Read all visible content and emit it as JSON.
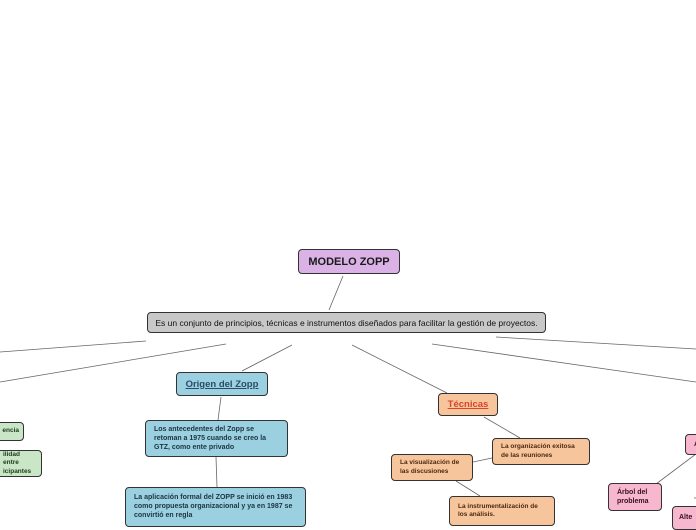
{
  "mindmap": {
    "title": "MODELO ZOPP",
    "description": "Es un conjunto de principios, técnicas e instrumentos diseñados para facilitar la gestión de proyectos.",
    "origen": {
      "label": "Origen del Zopp",
      "antecedentes": "Los antecedentes del Zopp se retoman a 1975 cuando se creo la GTZ, como ente privado",
      "aplicacion": "La aplicación formal del ZOPP se inició en 1983 como propuesta organizacional y ya en 1987 se convirtió en regla"
    },
    "tecnicas": {
      "label": "Técnicas",
      "organizacion": "La organización exitosa de las reuniones",
      "visualizacion": "La visualización de las discusiones",
      "instrumentalizacion": "La instrumentalización de los análisis."
    },
    "left_partial": {
      "item1": "encia",
      "item2": "ilidad entre icipantes"
    },
    "right_partial": {
      "arbol": "Árbol del problema",
      "alt": "Alte",
      "top": "A"
    }
  },
  "colors": {
    "title": "#dab2e6",
    "description": "#c8c8c8",
    "blue": "#9ad0e0",
    "orange": "#f7c59c",
    "green": "#c9e6c6",
    "pink": "#f7b7cf",
    "tecnicas_text": "#d9432b"
  }
}
